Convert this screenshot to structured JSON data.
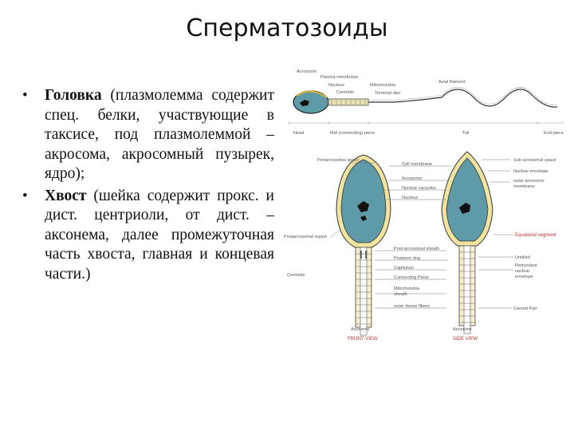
{
  "slide": {
    "title": "Сперматозоиды",
    "bullets": [
      {
        "term": "Головка",
        "text": " (плазмолемма содержит спец. белки, участвующие в таксисе, под плазмолеммой – акросома, акросомный пузырек, ядро);"
      },
      {
        "term": "Хвост",
        "text": " (шейка содержит прокс. и дист. центриоли, от дист. – аксонема, далее промежуточная часть хвоста, главная и концевая части.)"
      }
    ]
  },
  "figure": {
    "top_labels": {
      "acrosome": "Acrosome",
      "plasma_membrane": "Plasma membrane",
      "nucleus": "Nucleus",
      "centriole": "Centriole",
      "mitochondria": "Mitochondria",
      "terminal_disc": "Terminal disc",
      "axial_filament": "Axial filament",
      "head": "Head",
      "mid_piece": "Mid (connecting) piece",
      "tail": "Tail",
      "end_piece": "End piece"
    },
    "left_labels": {
      "periacrosomal": "Periacrosomal space",
      "postacrosomal_region": "Postacrosomal region",
      "centriole": "Centriole",
      "axoneme": "Axoneme",
      "frontal_view": "FRONT VIEW"
    },
    "middle_labels": {
      "cell_membrane": "Cell membrane",
      "acrosome": "Acrosome",
      "nuclear_vacuoles": "Nuclear vacuoles",
      "nucleus": "Nucleus",
      "postacrosomal_sheath": "Post-acrosomal sheath",
      "posterior_ring": "Posterior ring",
      "capitulum": "Capitulum",
      "connecting_piece": "Connecting Piece",
      "mitochondria": "Mitochondria",
      "mitochondria_sheath": "sheath",
      "outer_dense_fibers": "outer dense fibers"
    },
    "right_labels": {
      "subacrosomal": "Sub acrosomal space",
      "nuclear_envelope": "Nuclear envelope",
      "outer_acrosome": "outer acrosome",
      "outer_acrosome_2": "membrane",
      "equatorial_segment": "Equatorial segment",
      "untitled": "Untitled",
      "redundant_1": "Redundant",
      "redundant_2": "nuclear",
      "redundant_3": "envelope",
      "central_pair": "Central Pair",
      "axoneme": "Axoneme",
      "side_view": "SIDE VIEW"
    }
  }
}
